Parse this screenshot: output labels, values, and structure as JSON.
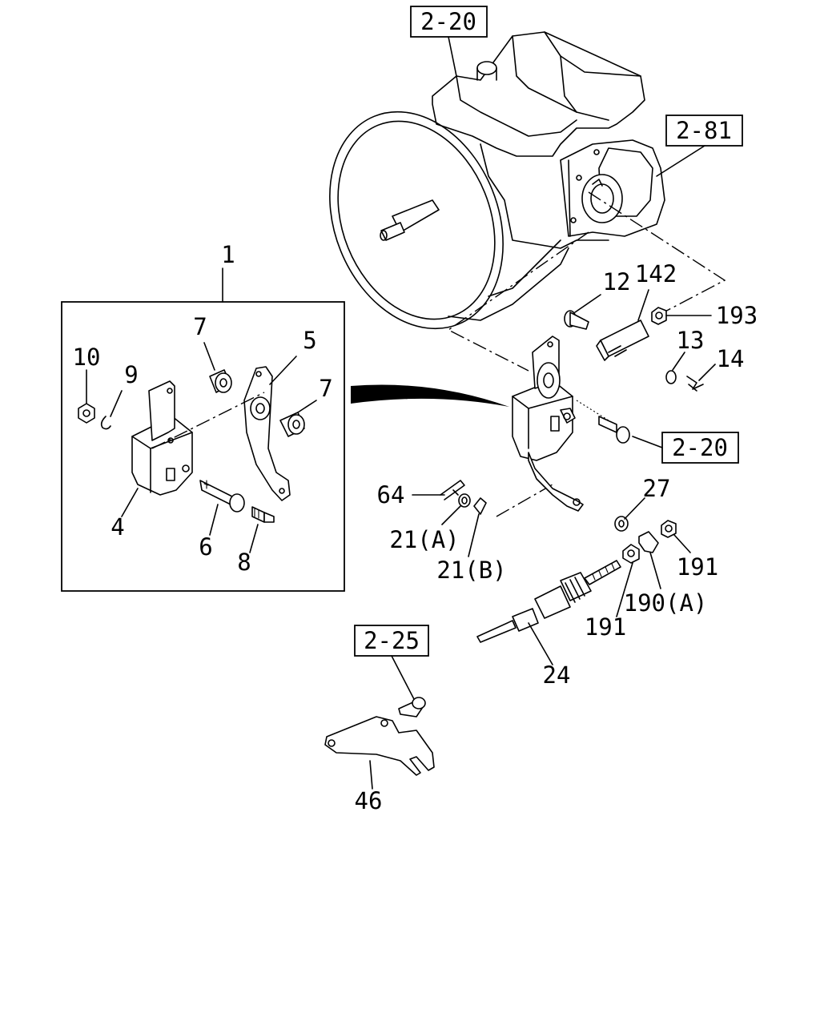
{
  "ref_boxes": {
    "r1": "2-20",
    "r2": "2-81",
    "r3": "2-20",
    "r4": "2-25"
  },
  "parts": {
    "p1": "1",
    "p4": "4",
    "p5": "5",
    "p6": "6",
    "p7a": "7",
    "p7b": "7",
    "p8": "8",
    "p9": "9",
    "p10": "10",
    "p12": "12",
    "p13": "13",
    "p14": "14",
    "p21a": "21(A)",
    "p21b": "21(B)",
    "p24": "24",
    "p27": "27",
    "p46": "46",
    "p64": "64",
    "p142": "142",
    "p190a": "190(A)",
    "p191a": "191",
    "p191b": "191",
    "p193": "193"
  }
}
